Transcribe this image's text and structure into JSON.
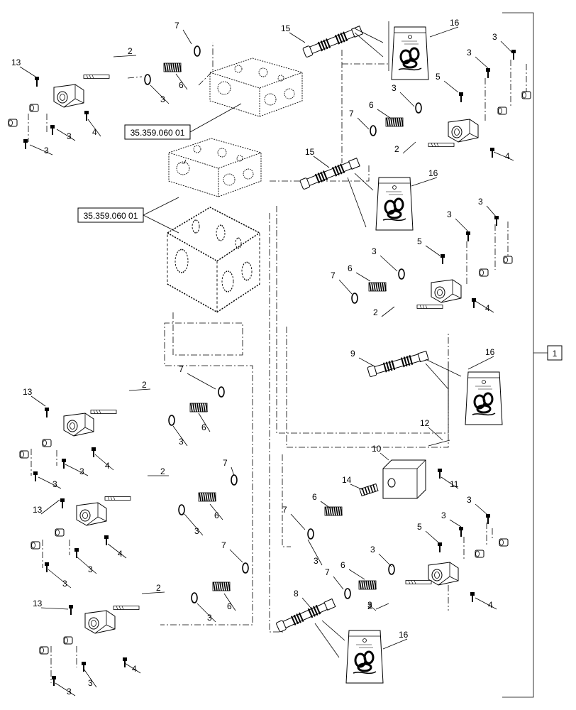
{
  "diagram": {
    "reference_labels": [
      "35.359.060 01",
      "35.359.060 01"
    ],
    "assembly_label": "1",
    "callouts": [
      {
        "id": "c-13a",
        "text": "13"
      },
      {
        "id": "c-2a",
        "text": "2"
      },
      {
        "id": "c-7a",
        "text": "7"
      },
      {
        "id": "c-6a",
        "text": "6"
      },
      {
        "id": "c-3a",
        "text": "3"
      },
      {
        "id": "c-3b",
        "text": "3"
      },
      {
        "id": "c-3c",
        "text": "3"
      },
      {
        "id": "c-4a",
        "text": "4"
      },
      {
        "id": "c-15a",
        "text": "15"
      },
      {
        "id": "c-16a",
        "text": "16"
      },
      {
        "id": "c-3d",
        "text": "3"
      },
      {
        "id": "c-3e",
        "text": "3"
      },
      {
        "id": "c-5a",
        "text": "5"
      },
      {
        "id": "c-3f",
        "text": "3"
      },
      {
        "id": "c-7b",
        "text": "7"
      },
      {
        "id": "c-6b",
        "text": "6"
      },
      {
        "id": "c-2b",
        "text": "2"
      },
      {
        "id": "c-4b",
        "text": "4"
      },
      {
        "id": "c-15b",
        "text": "15"
      },
      {
        "id": "c-16b",
        "text": "16"
      },
      {
        "id": "c-3g",
        "text": "3"
      },
      {
        "id": "c-3h",
        "text": "3"
      },
      {
        "id": "c-5b",
        "text": "5"
      },
      {
        "id": "c-3i",
        "text": "3"
      },
      {
        "id": "c-6c",
        "text": "6"
      },
      {
        "id": "c-7c",
        "text": "7"
      },
      {
        "id": "c-2c",
        "text": "2"
      },
      {
        "id": "c-4c",
        "text": "4"
      },
      {
        "id": "c-9a",
        "text": "9"
      },
      {
        "id": "c-16c",
        "text": "16"
      },
      {
        "id": "c-7d",
        "text": "7"
      },
      {
        "id": "c-2d",
        "text": "2"
      },
      {
        "id": "c-13b",
        "text": "13"
      },
      {
        "id": "c-6d",
        "text": "6"
      },
      {
        "id": "c-3j",
        "text": "3"
      },
      {
        "id": "c-3k",
        "text": "3"
      },
      {
        "id": "c-3l",
        "text": "3"
      },
      {
        "id": "c-4d",
        "text": "4"
      },
      {
        "id": "c-12a",
        "text": "12"
      },
      {
        "id": "c-10a",
        "text": "10"
      },
      {
        "id": "c-11a",
        "text": "11"
      },
      {
        "id": "c-14a",
        "text": "14"
      },
      {
        "id": "c-2e",
        "text": "2"
      },
      {
        "id": "c-7e",
        "text": "7"
      },
      {
        "id": "c-13c",
        "text": "13"
      },
      {
        "id": "c-6e",
        "text": "6"
      },
      {
        "id": "c-3m",
        "text": "3"
      },
      {
        "id": "c-4e",
        "text": "4"
      },
      {
        "id": "c-3n",
        "text": "3"
      },
      {
        "id": "c-3o",
        "text": "3"
      },
      {
        "id": "c-7f",
        "text": "7"
      },
      {
        "id": "c-6f",
        "text": "6"
      },
      {
        "id": "c-7g",
        "text": "7"
      },
      {
        "id": "c-3p",
        "text": "3"
      },
      {
        "id": "c-3q",
        "text": "3"
      },
      {
        "id": "c-3r",
        "text": "3"
      },
      {
        "id": "c-5c",
        "text": "5"
      },
      {
        "id": "c-3s",
        "text": "3"
      },
      {
        "id": "c-2f",
        "text": "2"
      },
      {
        "id": "c-13d",
        "text": "13"
      },
      {
        "id": "c-6g",
        "text": "6"
      },
      {
        "id": "c-3t",
        "text": "3"
      },
      {
        "id": "c-8a",
        "text": "8"
      },
      {
        "id": "c-7h",
        "text": "7"
      },
      {
        "id": "c-6h",
        "text": "6"
      },
      {
        "id": "c-3u",
        "text": "3"
      },
      {
        "id": "c-2g",
        "text": "2"
      },
      {
        "id": "c-4f",
        "text": "4"
      },
      {
        "id": "c-4g",
        "text": "4"
      },
      {
        "id": "c-3v",
        "text": "3"
      },
      {
        "id": "c-3w",
        "text": "3"
      },
      {
        "id": "c-16d",
        "text": "16"
      }
    ]
  }
}
